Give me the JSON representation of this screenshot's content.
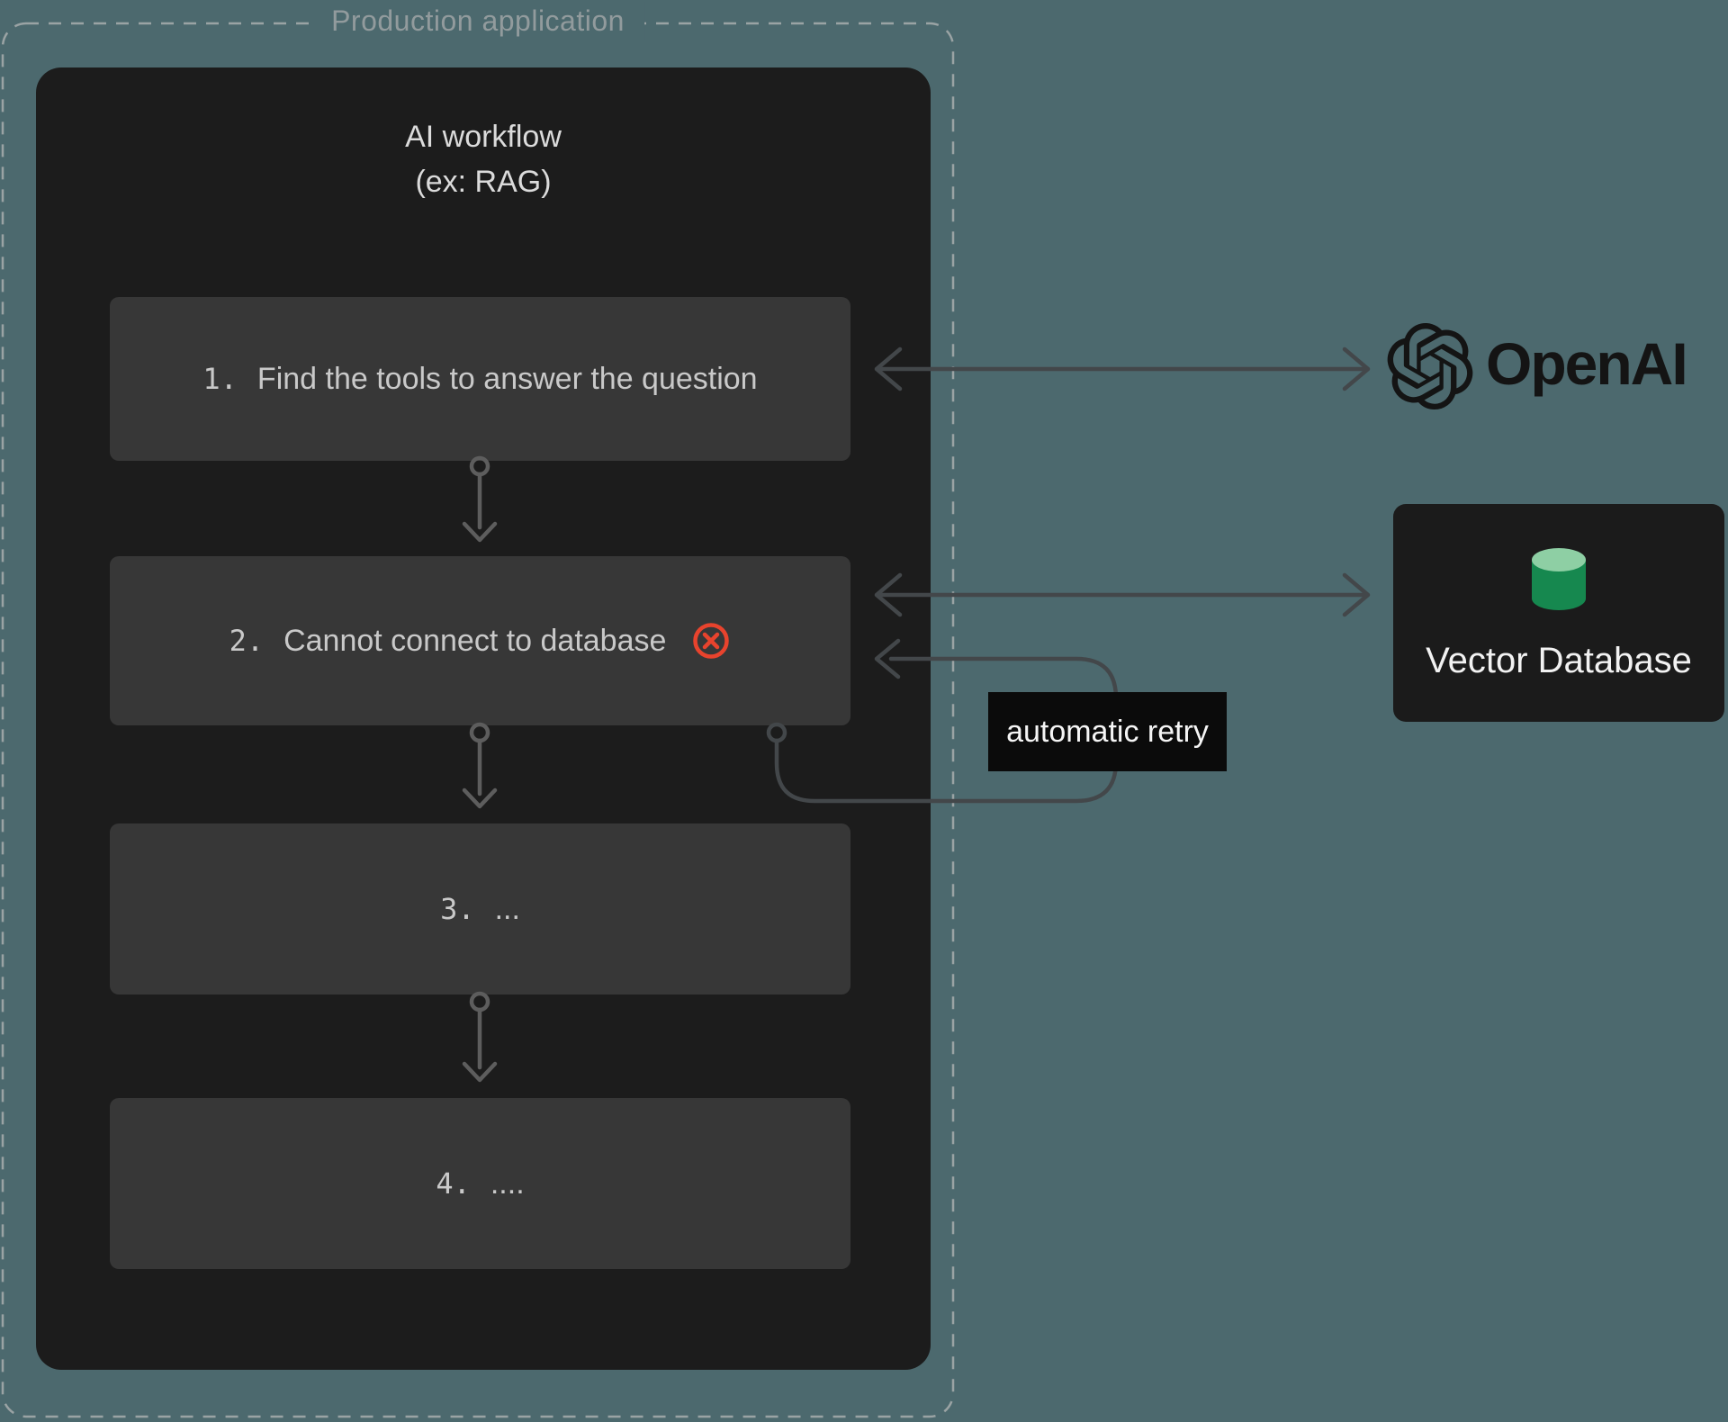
{
  "colors": {
    "bg": "#4C696E",
    "panel": "#1C1C1C",
    "step": "#373737",
    "step-text": "#C9C9C9",
    "panel-title": "#DBDBDB",
    "container-title": "#929B9D",
    "dashed-border": "#9AA3A4",
    "arrow": "#43474A",
    "arrow-inner": "#5D5D5D",
    "error": "#E8432D",
    "retry-bg": "#0B0B0B",
    "retry-text": "#F5F5F5",
    "vdb-bg": "#1B1B1B",
    "vdb-text": "#F2F2F2",
    "cylinder-top": "#8ECFA4",
    "cylinder-body": "#16884F",
    "openai": "#141414"
  },
  "container": {
    "title": "Production application"
  },
  "workflow": {
    "title_line1": "AI workflow",
    "title_line2": "(ex: RAG)",
    "steps": [
      {
        "number": "1.",
        "label": "Find the tools to answer the question"
      },
      {
        "number": "2.",
        "label": "Cannot connect to database",
        "status_icon": "circle-x-error"
      },
      {
        "number": "3.",
        "label": "..."
      },
      {
        "number": "4.",
        "label": "...."
      }
    ]
  },
  "annotations": {
    "retry_label": "automatic retry"
  },
  "services": {
    "openai": {
      "name": "OpenAI",
      "icon": "openai-logo"
    },
    "vector_database": {
      "label": "Vector Database",
      "icon": "database-cylinder"
    }
  }
}
